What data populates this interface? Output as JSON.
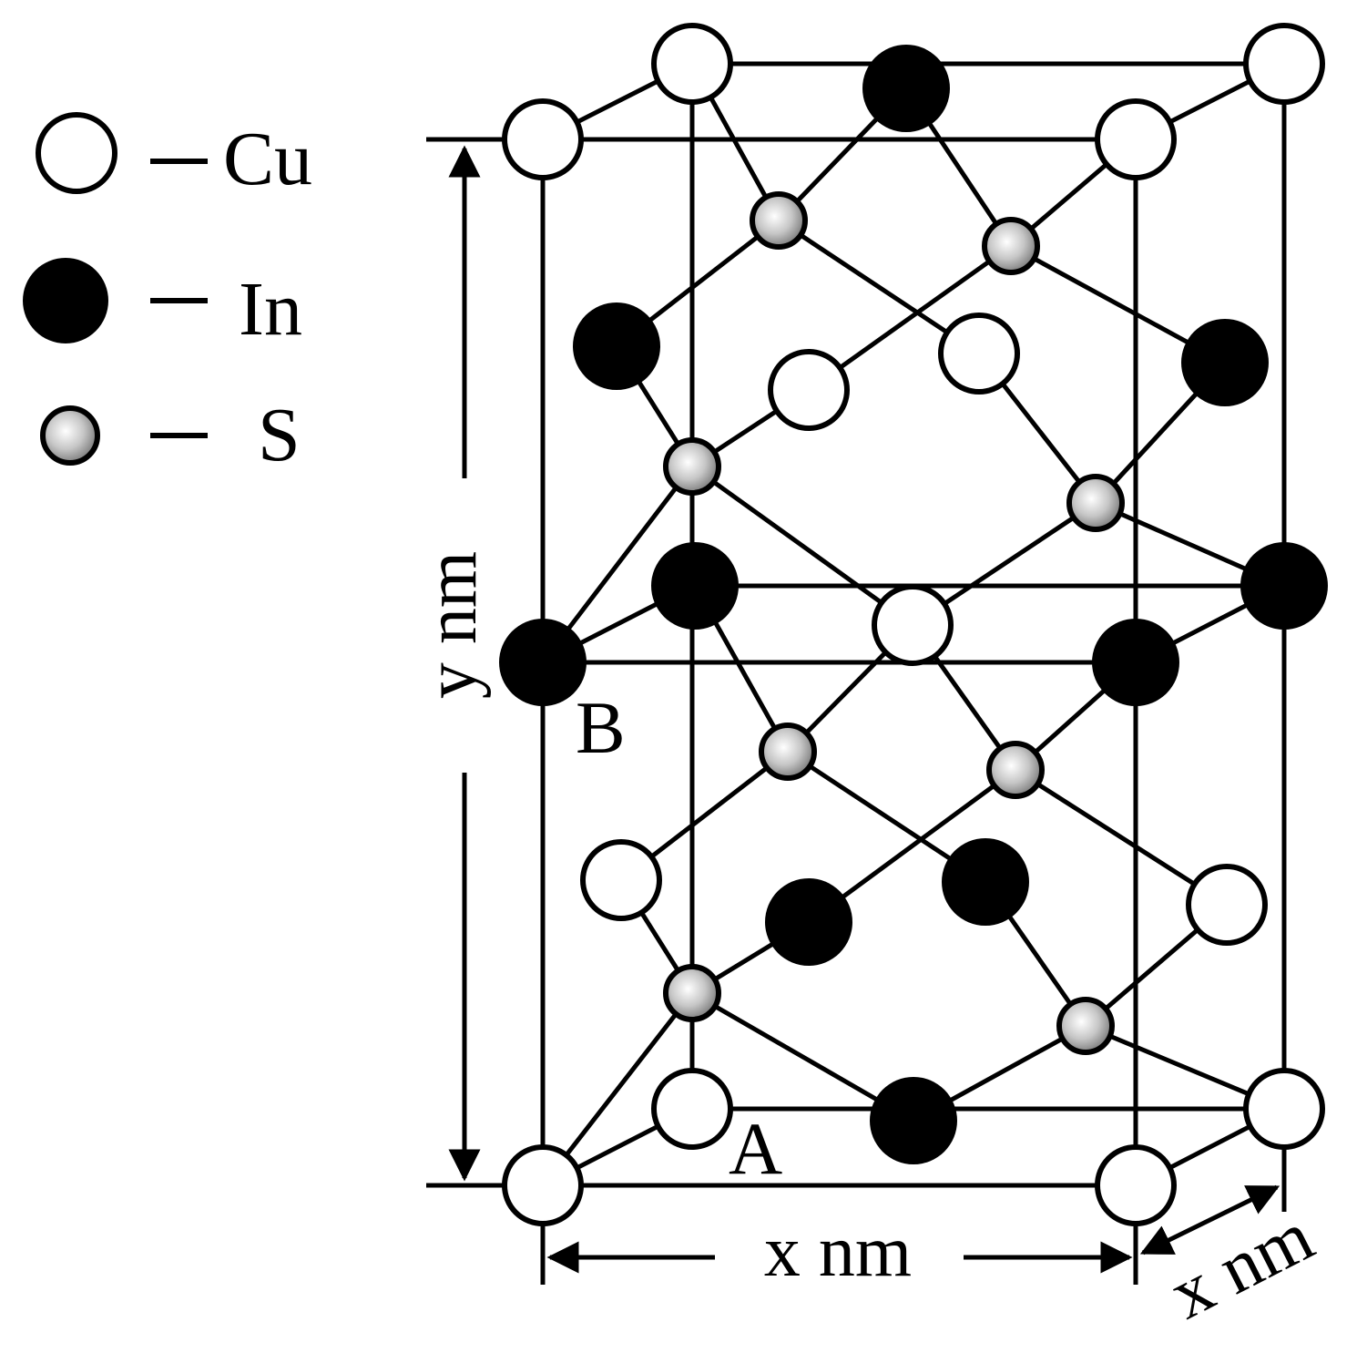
{
  "legend": [
    {
      "symbol": "white-circle",
      "label": "Cu"
    },
    {
      "symbol": "black-circle",
      "label": "In"
    },
    {
      "symbol": "gray-sphere",
      "label": "S"
    }
  ],
  "dimensions": {
    "height_label": "y nm",
    "width_label": "x nm",
    "depth_label": "x nm"
  },
  "points": {
    "a": "A",
    "b": "B"
  },
  "colors": {
    "cu": "#ffffff",
    "in": "#000000",
    "s": "#c8c8c8",
    "stroke": "#000000"
  }
}
